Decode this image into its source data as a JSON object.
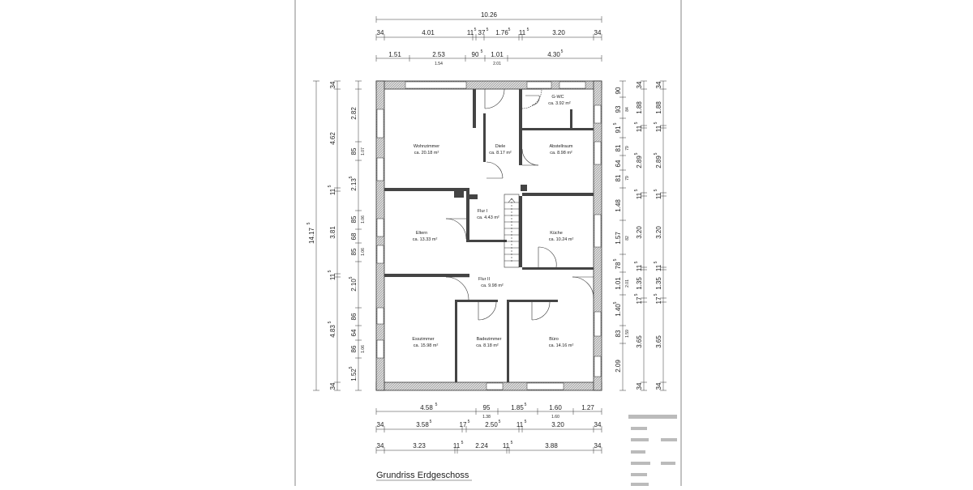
{
  "title": "Grundriss Erdgeschoss",
  "rooms": [
    {
      "id": "wohnzimmer",
      "name": "Wohnzimmer",
      "area": "ca. 20.18 m²"
    },
    {
      "id": "diele",
      "name": "Diele",
      "area": "ca. 8.17 m²"
    },
    {
      "id": "gwc",
      "name": "G-WC",
      "area": "ca. 3.92 m²"
    },
    {
      "id": "abstellraum",
      "name": "Abstellraum",
      "area": "ca. 8.98 m²"
    },
    {
      "id": "eltern",
      "name": "Eltern",
      "area": "ca. 13.33 m²"
    },
    {
      "id": "flur1",
      "name": "Flur I",
      "area": "ca. 4.43 m²"
    },
    {
      "id": "kueche",
      "name": "Küche",
      "area": "ca. 10.24 m²"
    },
    {
      "id": "flur2",
      "name": "Flur II",
      "area": "ca. 9.98 m²"
    },
    {
      "id": "esszimmer",
      "name": "Esszimmer",
      "area": "ca. 15.98 m²"
    },
    {
      "id": "badezimmer",
      "name": "Badezimmer",
      "area": "ca. 8.18 m²"
    },
    {
      "id": "buero",
      "name": "Büro",
      "area": "ca. 14.16 m²"
    }
  ],
  "dimensions": {
    "top_total": "10.26",
    "top_row1": [
      "34",
      "4.01",
      "11",
      "5",
      "37",
      "5",
      "1.76",
      "5",
      "11",
      "5",
      "3.20",
      "34"
    ],
    "top_row2": [
      "1.51",
      "2.53",
      "1.54",
      "90",
      "5",
      "1.01",
      "2.01",
      "4.30",
      "5"
    ],
    "bottom_row1": [
      "4.58",
      "5",
      "95",
      "1.38",
      "1.85",
      "5",
      "1.60",
      "1.60",
      "1.27"
    ],
    "bottom_row2": [
      "34",
      "3.58",
      "5",
      "17",
      "5",
      "2.50",
      "5",
      "11",
      "5",
      "3.20",
      "34"
    ],
    "bottom_row3": [
      "34",
      "3.23",
      "11",
      "5",
      "2.24",
      "11",
      "5",
      "3.88",
      "34"
    ],
    "left_total": "14.17",
    "left_total_sup": "5",
    "left_row1": [
      "34",
      "4.62",
      "11",
      "5",
      "3.81",
      "11",
      "5",
      "4.83",
      "5",
      "34"
    ],
    "left_row2": [
      "2.82",
      "85",
      "2.13",
      "5",
      "85",
      "68",
      "85",
      "2.10",
      "5",
      "86",
      "64",
      "86",
      "1.52",
      "5"
    ],
    "left_row2_small": [
      "1.07",
      "1.06",
      "1.06",
      "1.06"
    ],
    "right_row1": [
      "90",
      "93",
      "84",
      "91",
      "5",
      "81",
      "79",
      "64",
      "81",
      "79",
      "1.48",
      "1.57",
      "82",
      "78",
      "5",
      "1.01",
      "2.01",
      "1.40",
      "5",
      "83",
      "1.59",
      "2.09"
    ],
    "right_row2": [
      "34",
      "1.88",
      "11",
      "5",
      "2.89",
      "5",
      "11",
      "5",
      "3.20",
      "11",
      "5",
      "1.35",
      "17",
      "5",
      "3.65",
      "34"
    ],
    "right_row3": [
      "34",
      "1.88",
      "11",
      "5",
      "2.89",
      "5",
      "11",
      "5",
      "3.20",
      "11",
      "5",
      "1.35",
      "17",
      "5",
      "3.65",
      "34"
    ]
  }
}
